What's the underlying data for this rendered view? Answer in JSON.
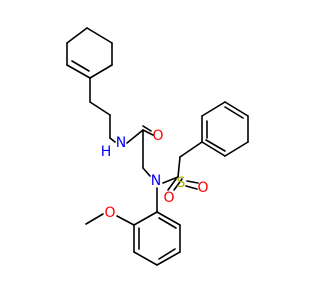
{
  "diagram": {
    "type": "chemical-structure",
    "colors": {
      "bond": "#000000",
      "background": "#ffffff",
      "nitrogen": "#0000ff",
      "oxygen": "#ff0000",
      "sulfur": "#b2b200"
    },
    "atom_labels": {
      "amide_n": "N",
      "amide_h": "H",
      "carbonyl_o": "O",
      "sulfonamide_n": "N",
      "sulfur": "S",
      "sulfonyl_o_left": "O",
      "sulfonyl_o_right": "O",
      "methoxy_o": "O"
    }
  }
}
